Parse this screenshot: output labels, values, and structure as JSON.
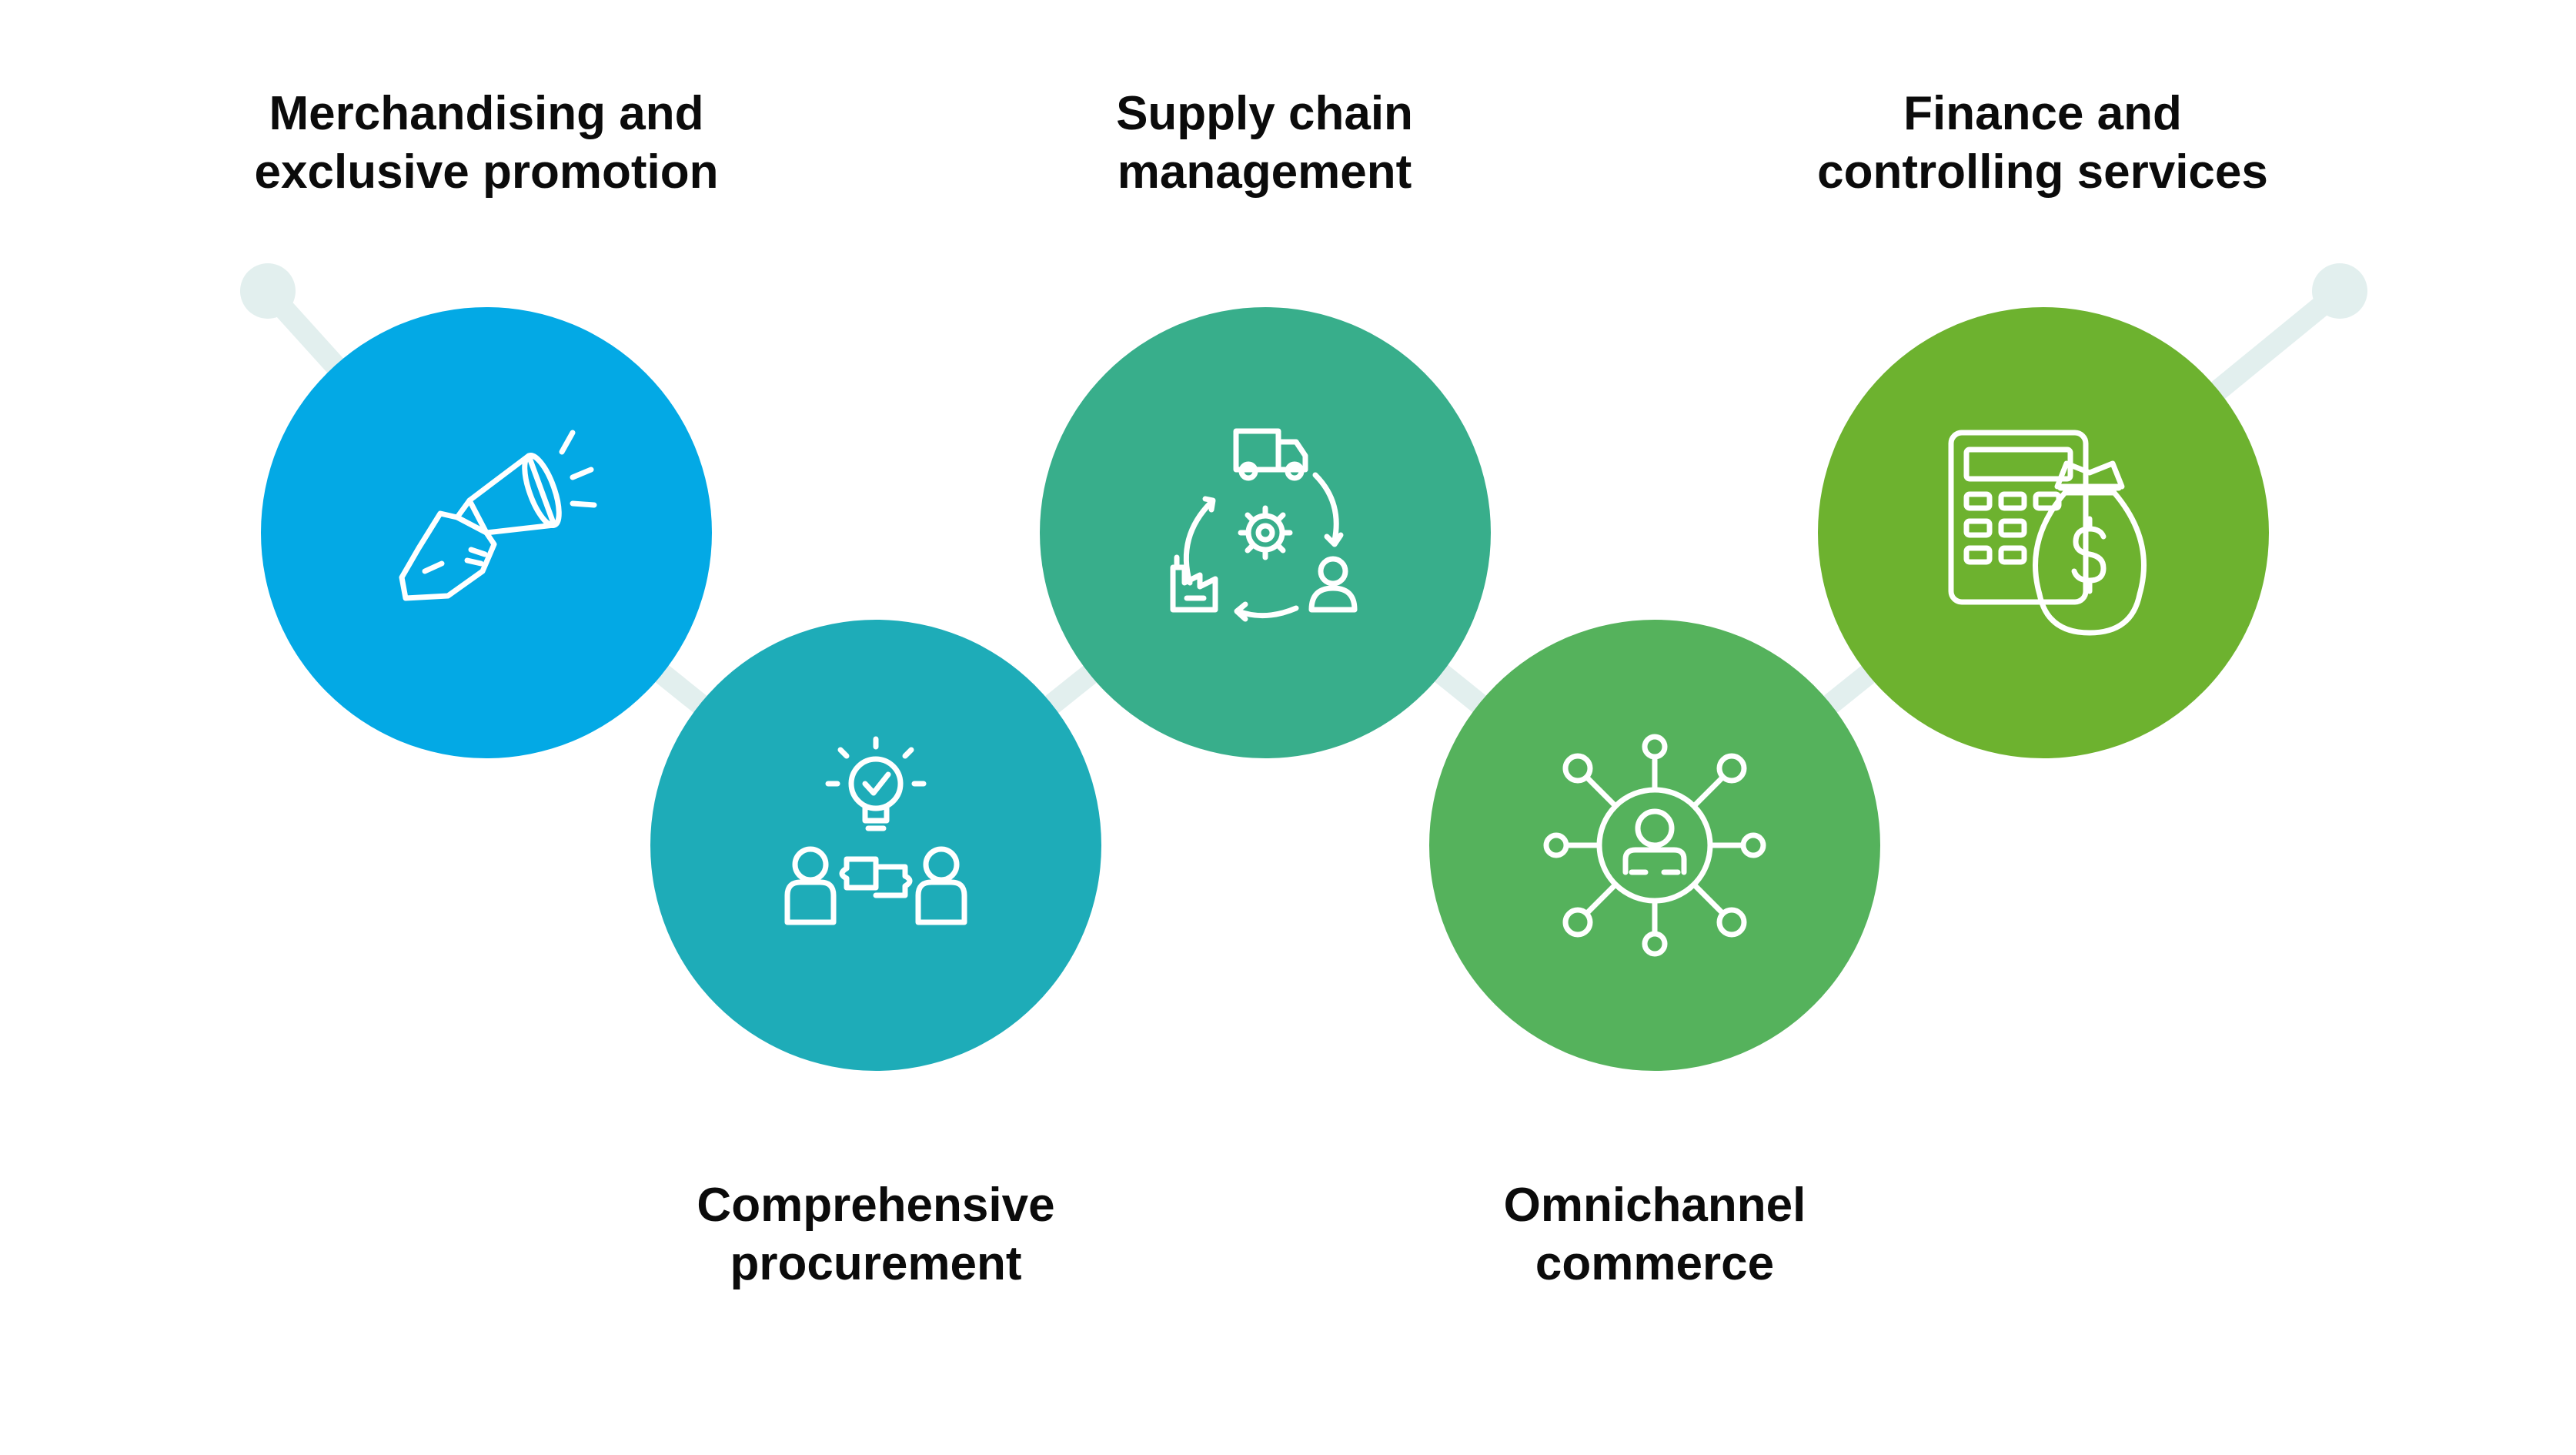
{
  "connector": {
    "color": "#e2efee"
  },
  "steps": [
    {
      "title_line1": "Merchandising and",
      "title_line2": "exclusive promotion",
      "color": "#03a9e5",
      "icon": "megaphone-icon"
    },
    {
      "title_line1": "Comprehensive",
      "title_line2": "procurement",
      "color": "#1eacb8",
      "icon": "collaboration-idea-icon"
    },
    {
      "title_line1": "Supply chain",
      "title_line2": "management",
      "color": "#38ae8b",
      "icon": "supply-chain-cycle-icon"
    },
    {
      "title_line1": "Omnichannel",
      "title_line2": "commerce",
      "color": "#55b25c",
      "icon": "omnichannel-network-icon"
    },
    {
      "title_line1": "Finance and",
      "title_line2": "controlling services",
      "color": "#6db22f",
      "icon": "calculator-money-bag-icon"
    }
  ]
}
